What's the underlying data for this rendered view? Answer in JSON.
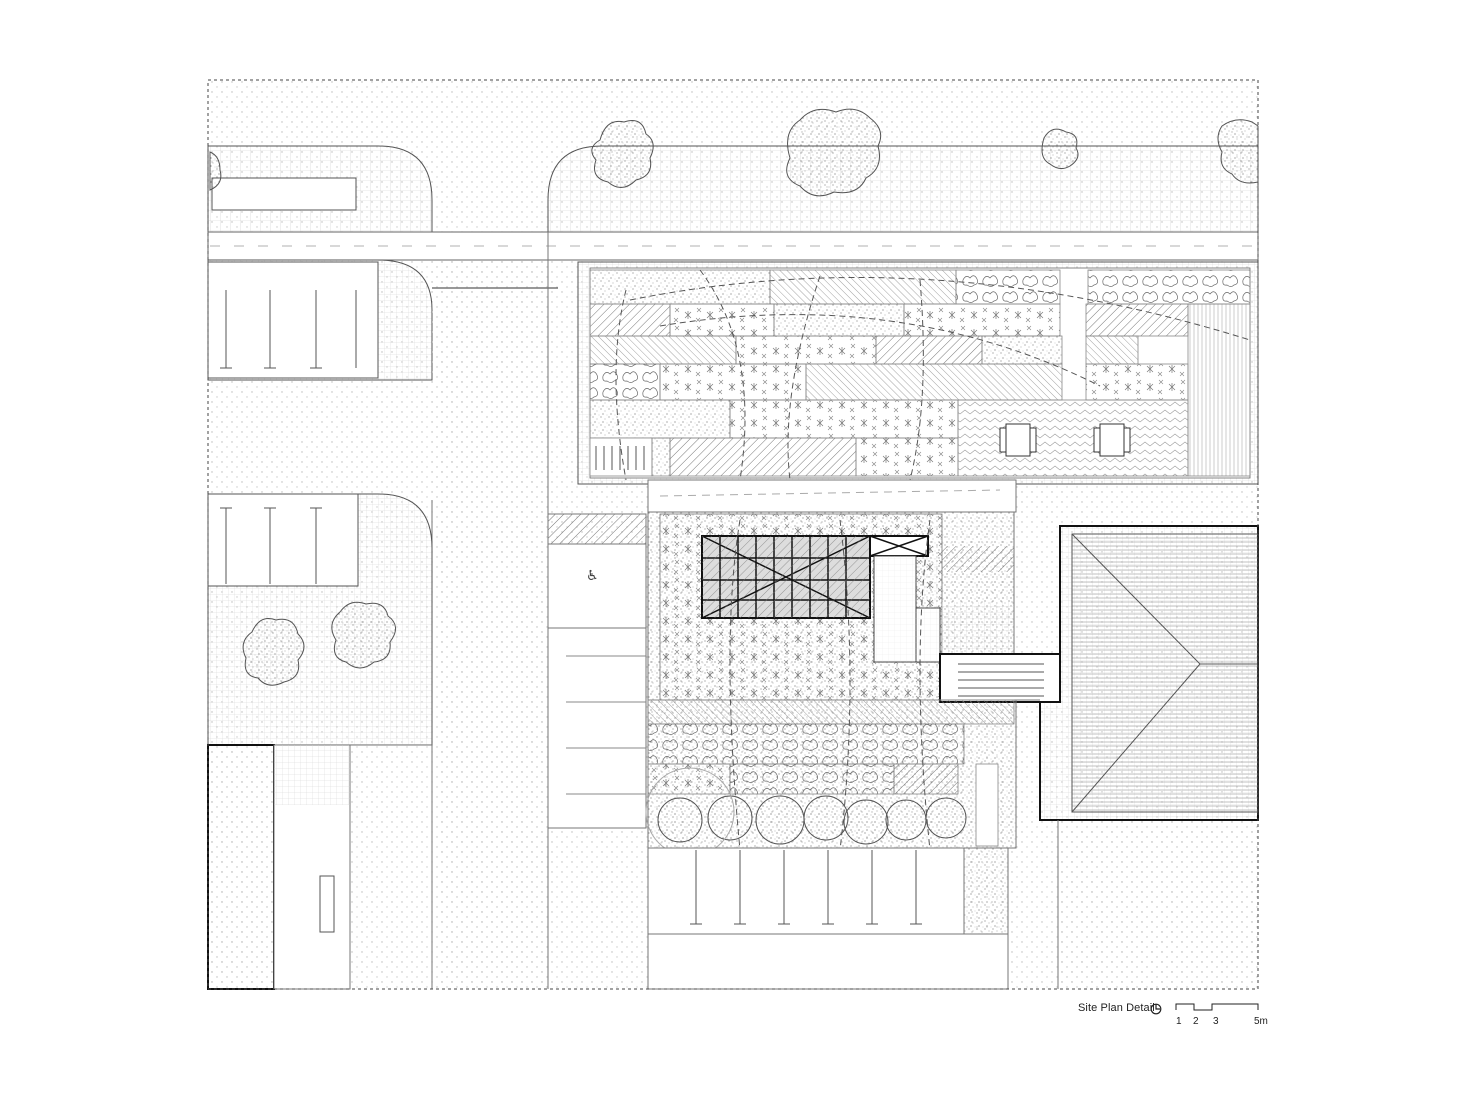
{
  "drawing": {
    "title": "Site Plan Detail",
    "north_icon": "north-arrow-icon",
    "scale_bar": {
      "labels": [
        "1",
        "2",
        "3",
        "5m"
      ]
    }
  },
  "colors": {
    "line": "#2a2a2a",
    "light_line": "#9a9a9a",
    "grid": "#d8d8d8",
    "background": "#ffffff"
  }
}
